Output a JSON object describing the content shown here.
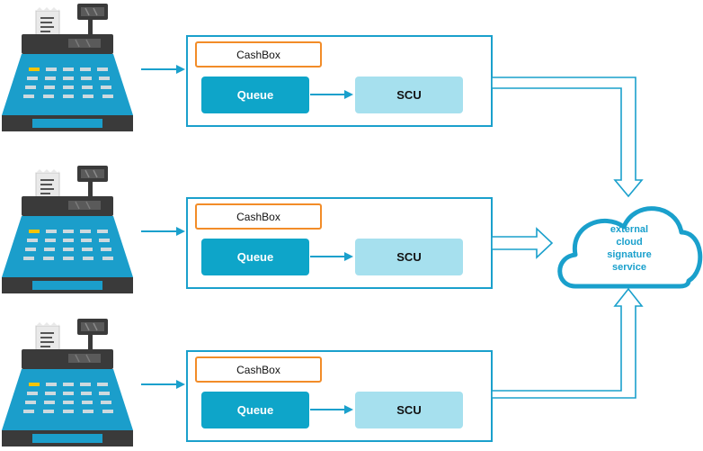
{
  "labels": {
    "cashbox": "CashBox",
    "queue": "Queue",
    "scu": "SCU",
    "cloud_lines": [
      "external",
      "cloud",
      "signature",
      "service"
    ]
  },
  "lanes": [
    {
      "cashbox": "CashBox",
      "queue": "Queue",
      "scu": "SCU"
    },
    {
      "cashbox": "CashBox",
      "queue": "Queue",
      "scu": "SCU"
    },
    {
      "cashbox": "CashBox",
      "queue": "Queue",
      "scu": "SCU"
    }
  ],
  "colors": {
    "accent": "#1aa0cc",
    "queue_fill": "#0ea5c9",
    "scu_fill": "#a6e0ee",
    "cashbox_border": "#f28c28",
    "register_body": "#1b9ecb",
    "register_dark": "#3a3a3a",
    "key": "#cdd9de",
    "key_yellow": "#f5c400",
    "text_dark": "#111111",
    "text_light": "#ffffff"
  },
  "icons": [
    "cash-register-icon",
    "receipt-icon",
    "cloud-icon",
    "arrow-icon"
  ]
}
